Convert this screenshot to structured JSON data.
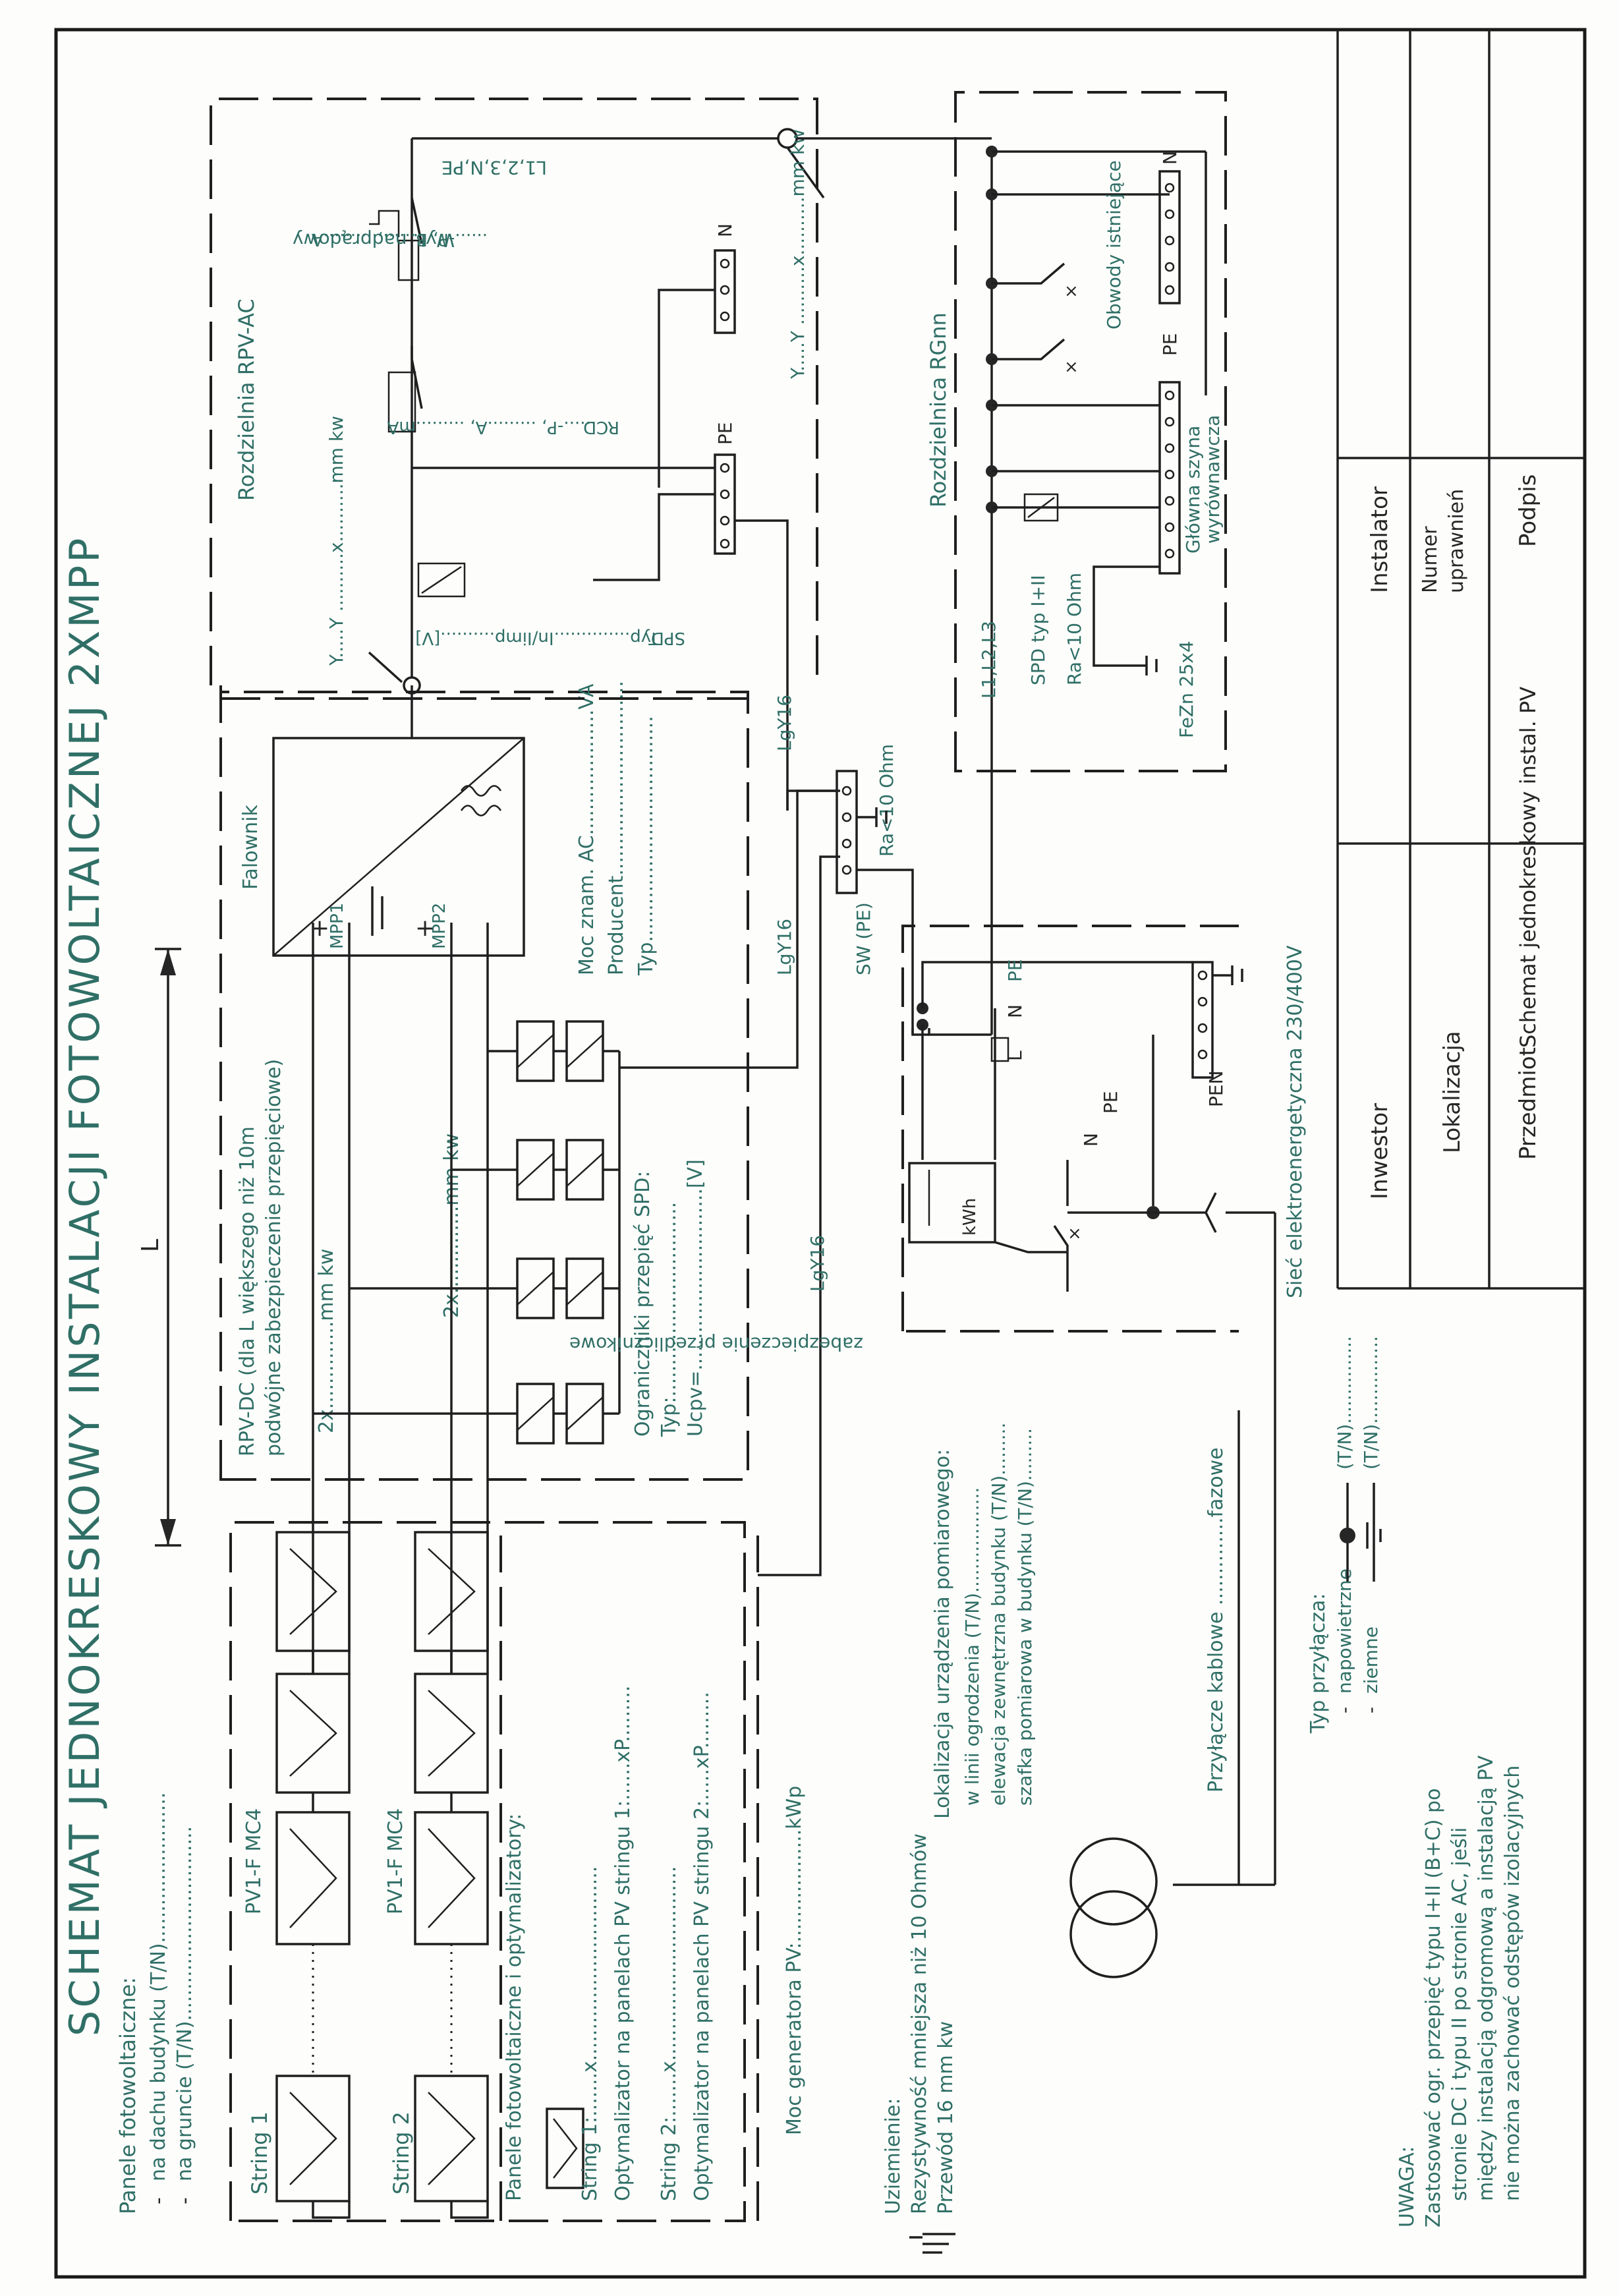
{
  "title": "SCHEMAT JEDNOKRESKOWY INSTALACJI FOTOWOLTAICZNEJ 2XMPP",
  "panels": {
    "heading": "Panele fotowoltaiczne:",
    "roof": "na dachu budynku (T/N)........................",
    "ground": "na gruncie (T/N)...............................",
    "string1": "String 1",
    "string2": "String 2",
    "cable1": "PV1-F MC4",
    "cable2": "PV1-F MC4"
  },
  "legend_block": {
    "heading": "Panele fotowoltaiczne i optymalizatory:",
    "string1": "String 1:.......x...............................",
    "opt1": "Optymalizator na panelach PV stringu 1:......xP.........",
    "string2": "String 2:.......x...............................",
    "opt2": "Optymalizator na panelach PV stringu 2:.....xP.........",
    "power": "Moc generatora PV:..................kWp"
  },
  "earthing": {
    "heading": "Uziemienie:",
    "res": "Rezystywność mniejsza niż 10 Ohmów",
    "wire": "Przewód 16 mm kw"
  },
  "dc": {
    "length": "L",
    "rpv_dc": "RPV-DC (dla L większego niż 10m",
    "rpv_dc2": "podwójne zabezpieczenie przepięciowe)",
    "wire1": "2x..............mm kw",
    "wire2": "2x..............mm kw",
    "spd_heading": "Ograniczniki przepięć SPD:",
    "spd_typ": "Typ:...............................",
    "spd_ucpv": "Ucpv=.............................[V]"
  },
  "inverter": {
    "label": "Falownik",
    "mpp1": "MPP1",
    "mpp2": "MPP2",
    "power": "Moc znam. AC....................VA",
    "producer": "Producent...............................",
    "typ": "Typ...................................."
  },
  "ground_bar": {
    "lgy1": "LgY16",
    "lgy2": "LgY16",
    "lgy3": "LgY16",
    "sw": "SW (PE)",
    "ra": "Ra<10 Ohm"
  },
  "rpv_ac": {
    "label": "Rozdzielnia RPV-AC",
    "wire_in": "Y.....Y ..........x..........mm kw",
    "wire_out": "Y.....Y ..........x..........mm kw",
    "line": "L1,2,3,N,PE",
    "breaker": "Wyt. nadprądowy",
    "breaker_val": "......-P,  B......, .........A",
    "rcd": "RCD",
    "rcd_val": "......-P, .........A, .........mA",
    "spd": "SPD",
    "spd_val": "Typ..............In/Iimp..........[V]",
    "n": "N",
    "pe": "PE"
  },
  "rgnn": {
    "label": "Rozdzielnica RGnn",
    "l123": "L1,L2,L3",
    "spd": "SPD typ I+II",
    "ra": "Ra<10 Ohm",
    "fezn": "FeZn 25x4",
    "circuits": "Obwody istniejące",
    "main_bar": "Główna szyna",
    "main_bar2": "wyrównawcza",
    "n": "N",
    "pe": "PE"
  },
  "meter": {
    "l": "L",
    "n": "N",
    "pe": "PE",
    "n2": "N",
    "pe2": "PE",
    "pen": "PEN",
    "kwh": "kWh",
    "protection": "zabezpieczenie przedlicznikowe",
    "grid": "Sieć elektroenergetyczna 230/400V"
  },
  "location": {
    "heading": "Lokalizacja urządzenia pomiarowego:",
    "l1": "w linii ogrodzenia (T/N)..................",
    "l2": "elewacja zewnętrzna budynku (T/N).........",
    "l3": "szafka pomiarowa w budynku (T/N).........",
    "cables": "Przyłącze kablowe ..............fazowe",
    "type_heading": "Typ przyłącza:",
    "overhead": "napowietrzne",
    "underground": "ziemne",
    "tn1": "(T/N)...............",
    "tn2": "(T/N)..............."
  },
  "note": {
    "heading": "UWAGA:",
    "l1": "Zastosować ogr. przepięć typu I+II (B+C) po",
    "l2": "stronie DC i typu II po stronie AC, jeśli",
    "l3": "między instalacją odgromową a instalacją PV",
    "l4": "nie można zachować odstępów izolacyjnych"
  },
  "title_block": {
    "investor": "Inwestor",
    "installer": "Instalator",
    "location": "Lokalizacja",
    "license": "Numer",
    "license2": "uprawnień",
    "subject": "Przedmiot",
    "subject_val": "Schemat jednokreskowy instal. PV",
    "signature": "Podpis"
  }
}
